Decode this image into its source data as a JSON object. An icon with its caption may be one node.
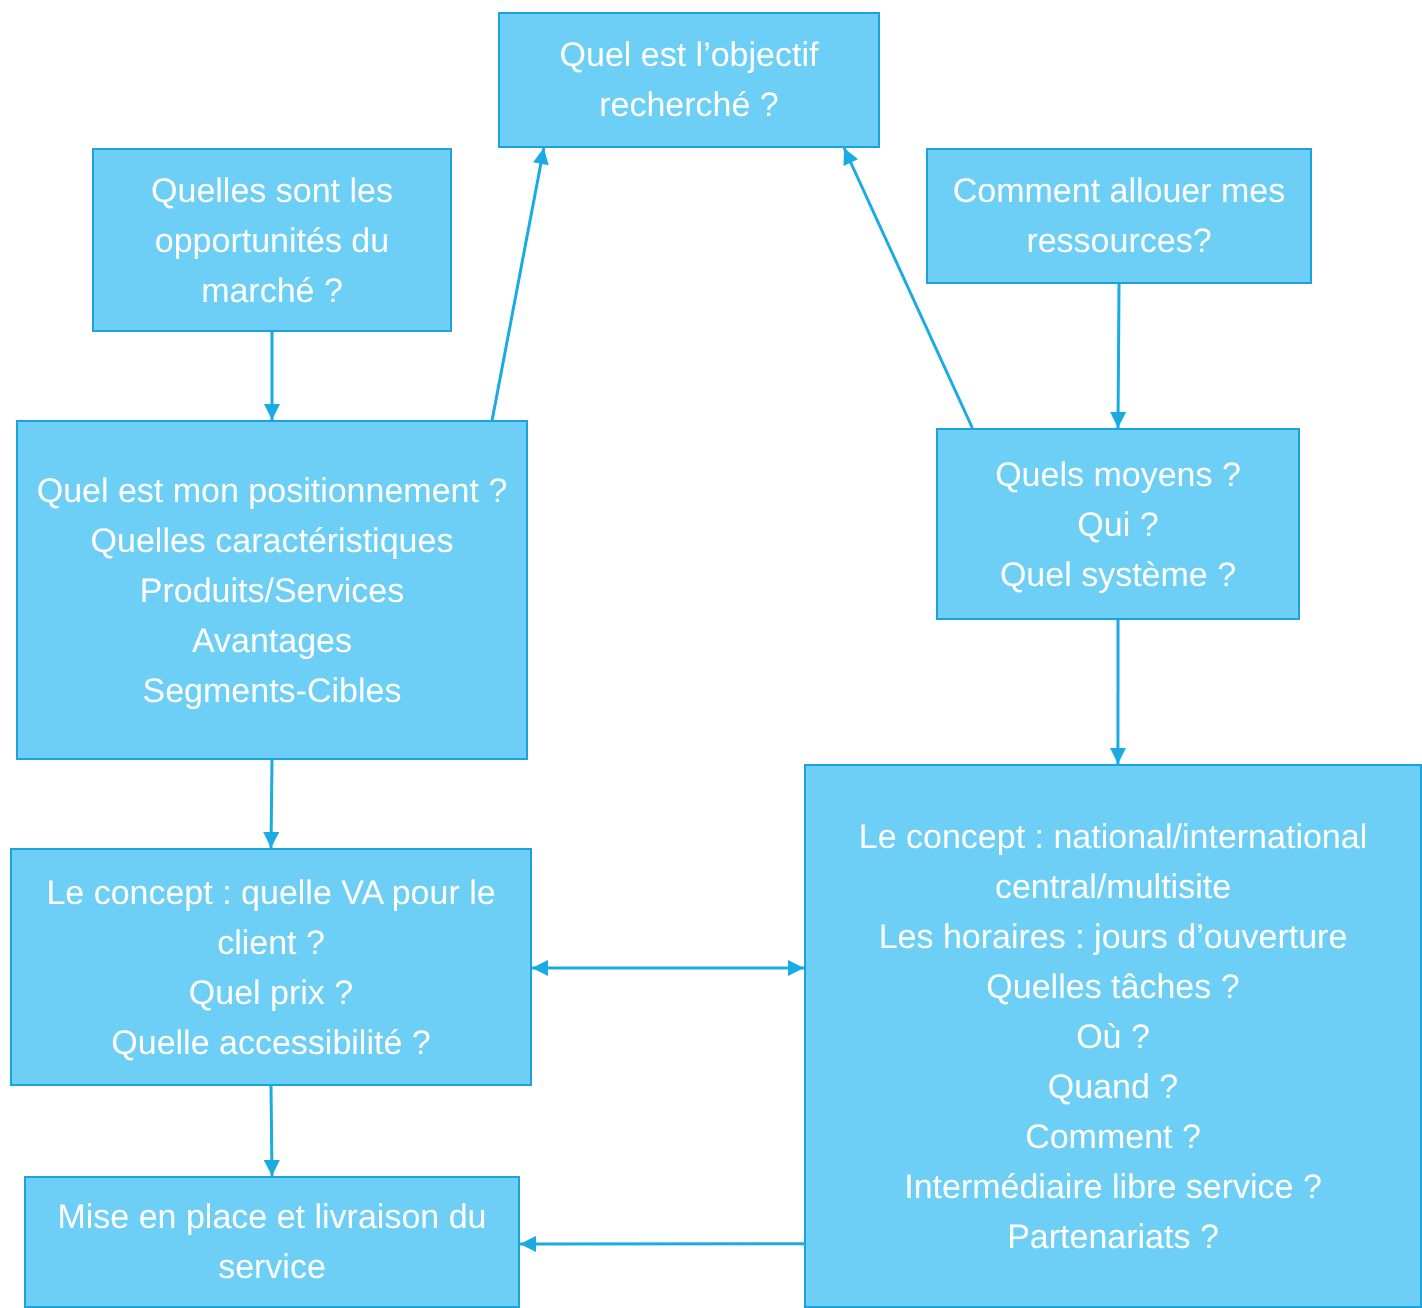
{
  "diagram": {
    "nodes": [
      {
        "text": [
          "Quel est l’objectif recherché ?"
        ]
      },
      {
        "text": [
          "Quelles sont les opportunités du marché ?"
        ]
      },
      {
        "text": [
          "Comment allouer mes ressources?"
        ]
      },
      {
        "text": [
          "Quel est mon positionnement ?",
          "Quelles caractéristiques",
          "Produits/Services",
          "Avantages",
          "Segments-Cibles"
        ]
      },
      {
        "text": [
          "Quels moyens ?",
          "Qui ?",
          "Quel système ?"
        ]
      },
      {
        "text": [
          "Le concept : quelle VA pour le client ?",
          "Quel prix ?",
          "Quelle accessibilité ?"
        ]
      },
      {
        "text": [
          "Le concept : national/international central/multisite",
          "Les horaires : jours d’ouverture",
          "Quelles tâches ?",
          "Où ?",
          "Quand ?",
          "Comment ?",
          "Intermédiaire libre service ?",
          "Partenariats ?"
        ]
      },
      {
        "text": [
          "Mise en place et livraison du service"
        ]
      }
    ],
    "edges": [
      {
        "from": 1,
        "to": 3,
        "arrow": "to"
      },
      {
        "from": 3,
        "to": 0,
        "arrow": "to"
      },
      {
        "from": 2,
        "to": 4,
        "arrow": "to"
      },
      {
        "from": 4,
        "to": 0,
        "arrow": "to"
      },
      {
        "from": 4,
        "to": 6,
        "arrow": "to"
      },
      {
        "from": 3,
        "to": 5,
        "arrow": "to"
      },
      {
        "from": 5,
        "to": 6,
        "arrow": "both"
      },
      {
        "from": 5,
        "to": 7,
        "arrow": "to"
      },
      {
        "from": 6,
        "to": 7,
        "arrow": "to"
      }
    ]
  }
}
